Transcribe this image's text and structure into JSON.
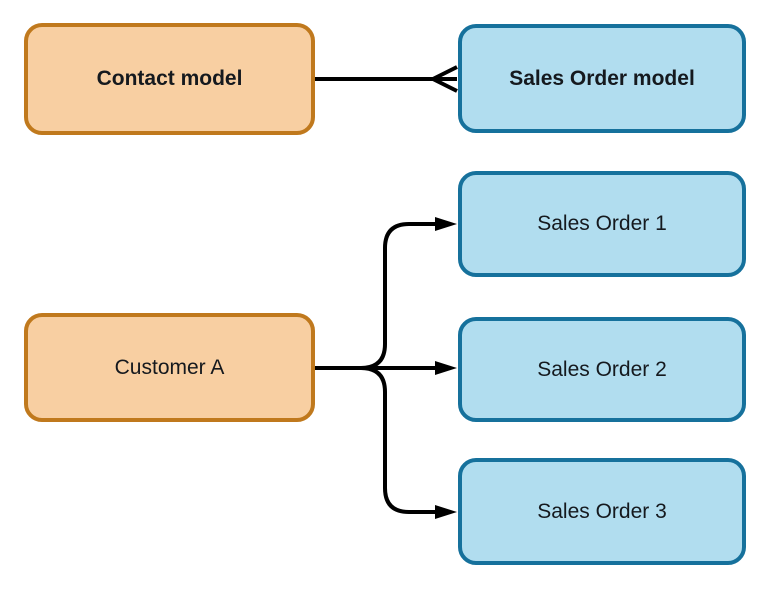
{
  "diagram": {
    "kind": "entity-relationship",
    "background": "#ffffff"
  },
  "colors": {
    "orange_fill": "#F8CFA2",
    "orange_border": "#C0791D",
    "blue_fill": "#B1DDEF",
    "blue_border": "#16719C",
    "connector": "#000000",
    "text": "#15191e"
  },
  "nodes": {
    "contact_model": {
      "label": "Contact model"
    },
    "sales_order_model": {
      "label": "Sales Order model"
    },
    "customer_a": {
      "label": "Customer A"
    },
    "sales_order_1": {
      "label": "Sales Order 1"
    },
    "sales_order_2": {
      "label": "Sales Order 2"
    },
    "sales_order_3": {
      "label": "Sales Order 3"
    }
  },
  "edges": [
    {
      "from": "Contact model",
      "to": "Sales Order model",
      "notation": "crow-foot-many"
    },
    {
      "from": "Customer A",
      "to": "Sales Order 1",
      "notation": "arrow"
    },
    {
      "from": "Customer A",
      "to": "Sales Order 2",
      "notation": "arrow"
    },
    {
      "from": "Customer A",
      "to": "Sales Order 3",
      "notation": "arrow"
    }
  ]
}
